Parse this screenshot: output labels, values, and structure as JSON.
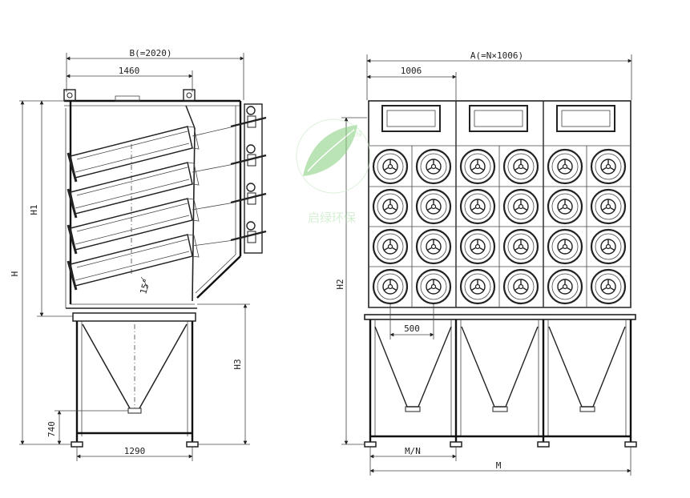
{
  "side_view": {
    "width_overall": "B(=2020)",
    "width_top": "1460",
    "height_upper": "H1",
    "height_total": "H",
    "height_hopper": "H3",
    "height_base": "740",
    "width_base": "1290",
    "angle": "15°"
  },
  "front_view": {
    "width_overall": "A(=N×1006)",
    "module_width": "1006",
    "height": "H2",
    "spacing": "500",
    "base_module": "M/N",
    "base_total": "M"
  },
  "watermark": {
    "brand_small": "启绿",
    "brand_text": "启绿环保"
  }
}
